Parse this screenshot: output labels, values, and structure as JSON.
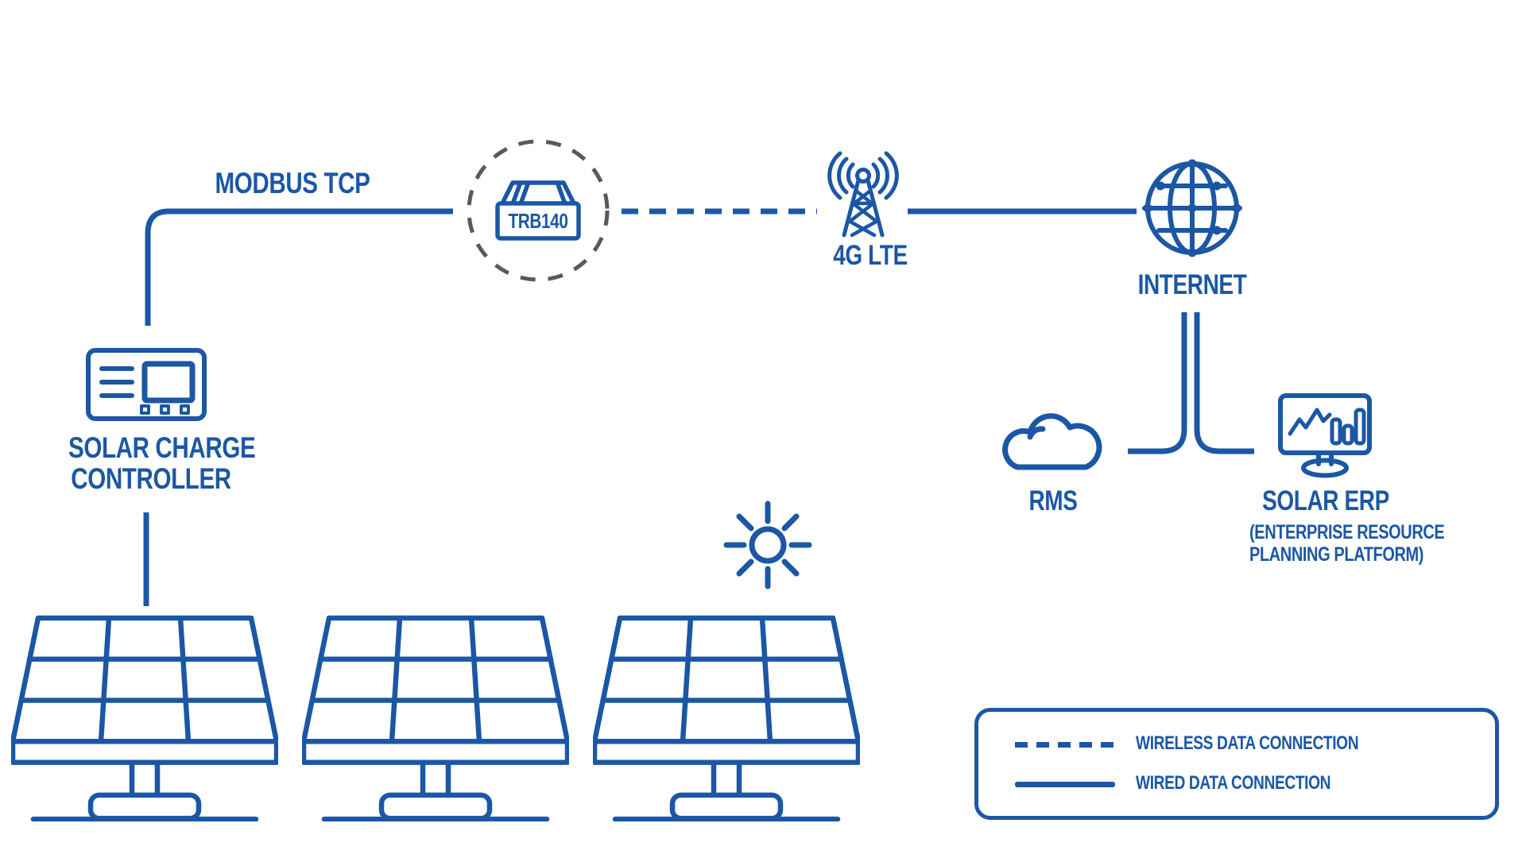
{
  "colors": {
    "blue": "#1B57A5",
    "gray": "#58595B",
    "bg": "#FFFFFF"
  },
  "labels": {
    "modbus": "MODBUS TCP",
    "gateway": "TRB140",
    "lte": "4G LTE",
    "internet": "INTERNET",
    "rms": "RMS",
    "erp_title": "SOLAR ERP",
    "erp_sub1": "(ENTERPRISE RESOURCE",
    "erp_sub2": "PLANNING PLATFORM)",
    "controller_line1": "SOLAR CHARGE",
    "controller_line2": "CONTROLLER"
  },
  "legend": {
    "wireless": "WIRELESS DATA CONNECTION",
    "wired": "WIRED DATA CONNECTION"
  },
  "icons": [
    "solar-panel-icon",
    "sun-icon",
    "charge-controller-icon",
    "router-trb140-icon",
    "cellular-tower-icon",
    "globe-internet-icon",
    "cloud-rms-icon",
    "monitor-erp-icon"
  ],
  "connections": {
    "wireless_style": "dashed",
    "wired_style": "solid"
  }
}
